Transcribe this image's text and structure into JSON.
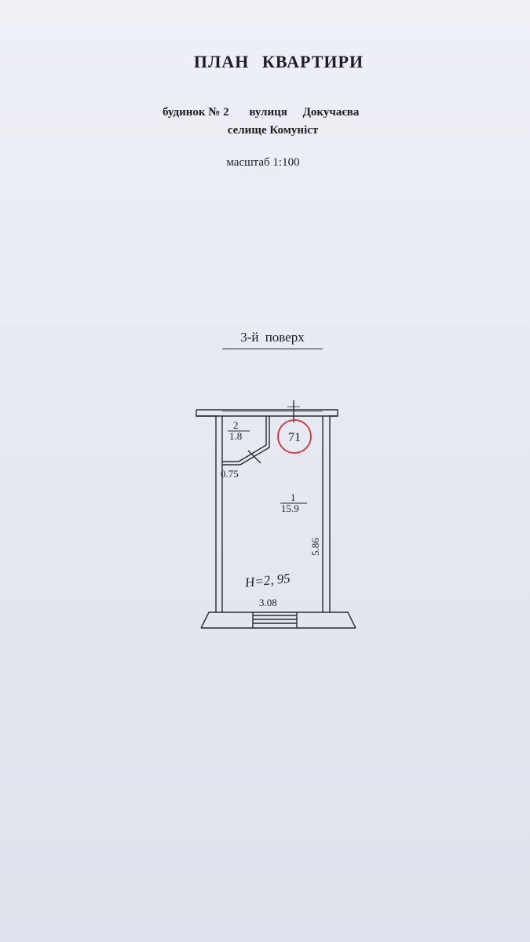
{
  "header": {
    "title": "ПЛАН  КВАРТИРИ",
    "house": "будинок № 2",
    "street_label": "вулиця",
    "street_name": "Докучаєва",
    "settlement": "селище Комуніст",
    "scale": "масштаб 1:100"
  },
  "floor_label": "3-й  поверх",
  "plan": {
    "apartment_number": "71",
    "room1": {
      "number": "1",
      "area": "15.9"
    },
    "room2": {
      "number": "2",
      "area": "1.8"
    },
    "dim_closet": "0.75",
    "dim_width": "3.08",
    "dim_length": "5.86",
    "height_note": "H=2, 95"
  },
  "colors": {
    "stamp_circle": "#d0313a",
    "ink_blue": "#2b3fa3"
  }
}
